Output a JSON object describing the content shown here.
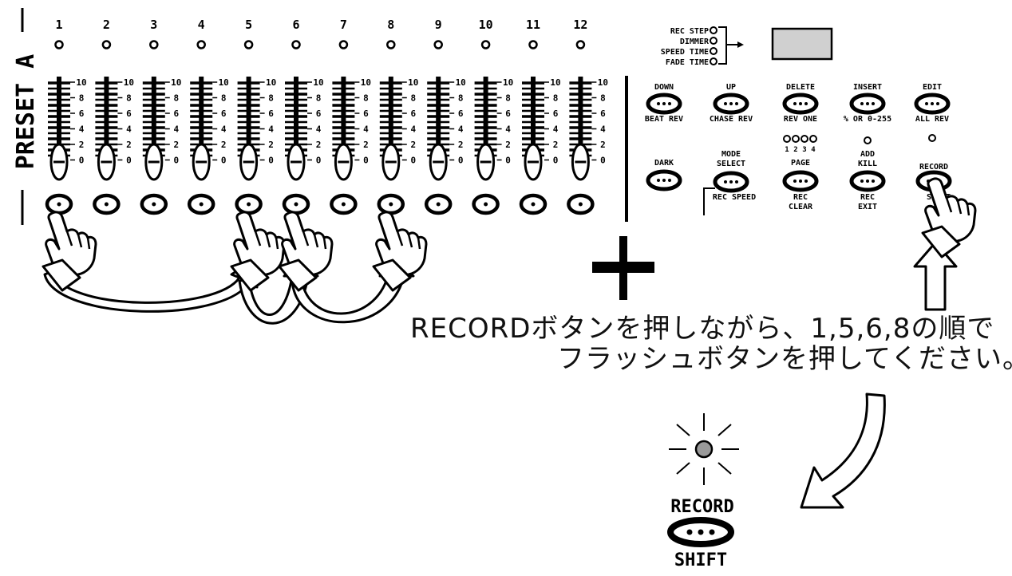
{
  "panel_label": "PRESET A",
  "channels": [
    {
      "num": "1"
    },
    {
      "num": "2"
    },
    {
      "num": "3"
    },
    {
      "num": "4"
    },
    {
      "num": "5"
    },
    {
      "num": "6"
    },
    {
      "num": "7"
    },
    {
      "num": "8"
    },
    {
      "num": "9"
    },
    {
      "num": "10"
    },
    {
      "num": "11"
    },
    {
      "num": "12"
    }
  ],
  "fader_scale": [
    "10",
    "8",
    "6",
    "4",
    "2",
    "0"
  ],
  "mode_indicators": [
    "REC STEP",
    "DIMMER",
    "SPEED TIME",
    "FADE TIME"
  ],
  "buttons": {
    "down": {
      "top": "DOWN",
      "bottom": "BEAT REV"
    },
    "up": {
      "top": "UP",
      "bottom": "CHASE REV"
    },
    "delete": {
      "top": "DELETE",
      "bottom": "REV ONE"
    },
    "insert": {
      "top": "INSERT",
      "bottom": "% OR 0-255"
    },
    "edit": {
      "top": "EDIT",
      "bottom": "ALL REV"
    },
    "dark": {
      "top": "DARK"
    },
    "mode_select": {
      "top1": "MODE",
      "top2": "SELECT",
      "bottom": "REC SPEED"
    },
    "page": {
      "top": "PAGE",
      "bottom1": "REC",
      "bottom2": "CLEAR"
    },
    "kill": {
      "top0": "ADD",
      "top": "KILL",
      "bottom1": "REC",
      "bottom2": "EXIT"
    },
    "record": {
      "top": "RECORD",
      "bottom": "SHIFT"
    }
  },
  "page_leds": [
    "1",
    "2",
    "3",
    "4"
  ],
  "pressed_flash_buttons": [
    1,
    5,
    6,
    8
  ],
  "instruction_line1": "RECORDボタンを押しながら、1,5,6,8の順で",
  "instruction_line2": "フラッシュボタンを押してください。",
  "result": {
    "top": "RECORD",
    "bottom": "SHIFT"
  }
}
